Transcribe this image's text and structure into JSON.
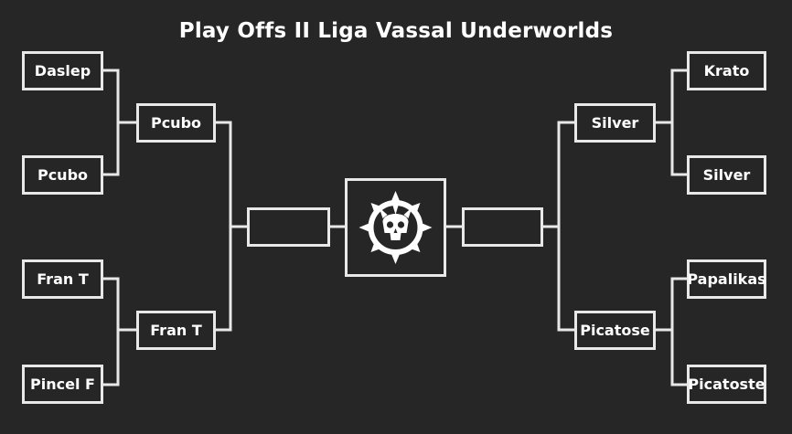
{
  "title": "Play Offs II Liga Vassal Underworlds",
  "left": {
    "round1": [
      "Daslep",
      "Pcubo",
      "Fran T",
      "Pincel F"
    ],
    "semis": [
      "Pcubo",
      "Fran T"
    ],
    "final": ""
  },
  "right": {
    "round1": [
      "Krato",
      "Silver",
      "Papalikas",
      "Picatoste"
    ],
    "semis": [
      "Silver",
      "Picatose"
    ],
    "final": ""
  },
  "logo_icon": "underworlds-skull-emblem-icon",
  "colors": {
    "background": "#262626",
    "line": "#e8e8e8",
    "text": "#ffffff"
  }
}
